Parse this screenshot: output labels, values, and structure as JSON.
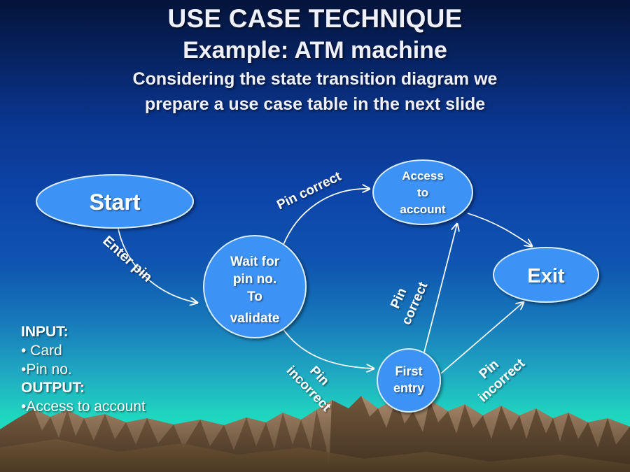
{
  "slide": {
    "title_line1": "USE CASE TECHNIQUE",
    "title_line2": "Example: ATM machine",
    "title_line3_a": "Considering the state transition diagram we",
    "title_line3_b": "prepare a use case table in the next slide"
  },
  "io": {
    "input_header": "INPUT:",
    "input_items": [
      "• Card",
      "•Pin no."
    ],
    "output_header": "OUTPUT:",
    "output_items": [
      "•Access to account"
    ]
  },
  "diagram": {
    "nodes": [
      {
        "id": "start",
        "label_lines": [
          "Start"
        ]
      },
      {
        "id": "wait",
        "label_lines": [
          "Wait for",
          "pin no.",
          "To",
          "validate"
        ]
      },
      {
        "id": "access",
        "label_lines": [
          "Access",
          "to",
          "account"
        ]
      },
      {
        "id": "exit",
        "label_lines": [
          "Exit"
        ]
      },
      {
        "id": "first",
        "label_lines": [
          "First",
          "entry"
        ]
      }
    ],
    "edges": [
      {
        "id": "start-wait",
        "label_lines": [
          "Enter pin"
        ]
      },
      {
        "id": "wait-access",
        "label_lines": [
          "Pin correct"
        ]
      },
      {
        "id": "access-exit",
        "label_lines": []
      },
      {
        "id": "wait-first",
        "label_lines": [
          "Pin",
          "incorrect"
        ]
      },
      {
        "id": "first-access",
        "label_lines": [
          "Pin",
          "correct"
        ]
      },
      {
        "id": "first-exit",
        "label_lines": [
          "Pin",
          "incorrect"
        ]
      }
    ]
  },
  "colors": {
    "node_fill": "#3d93f5",
    "node_stroke": "#d9ecfb",
    "edge_stroke": "#ffffff",
    "text": "#ffffff",
    "title_text": "#eef0fb",
    "bg_top": "#05194a",
    "bg_mid": "#0e47a8",
    "bg_bottom": "#16eec0",
    "mountain_light": "#9d7f63",
    "mountain_dark": "#4a3522"
  }
}
